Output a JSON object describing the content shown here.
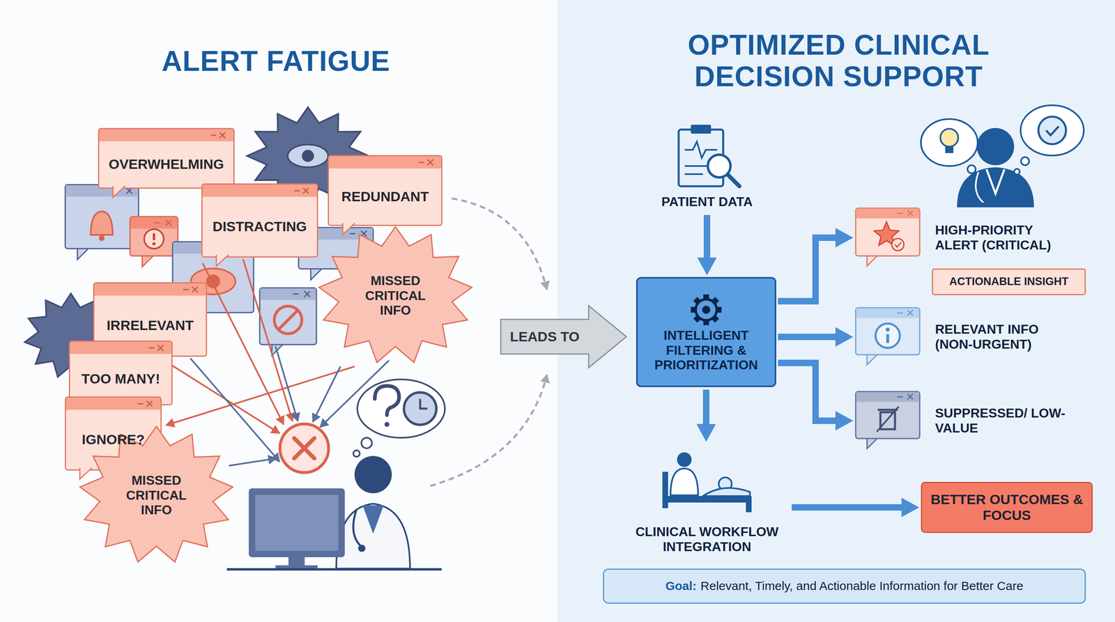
{
  "diagram": {
    "nodes": [
      {
        "text": [
          "ALERT FATIGUE"
        ]
      },
      {
        "text": [
          "OVERWHELMING"
        ],
        "in": 0
      },
      {
        "text": [
          "REDUNDANT"
        ],
        "in": 0
      },
      {
        "text": [
          "DISTRACTING"
        ],
        "in": 0
      },
      {
        "text": [
          "MISSED CRITICAL INFO"
        ],
        "in": 0
      },
      {
        "text": [
          "IRRELEVANT"
        ],
        "in": 0
      },
      {
        "text": [
          "TOO MANY!"
        ],
        "in": 0
      },
      {
        "text": [
          "IGNORE?"
        ],
        "in": 0
      },
      {
        "text": [
          "MISSED CRITICAL INFO"
        ],
        "in": 0
      },
      {
        "text": [
          "LEADS TO"
        ]
      },
      {
        "text": [
          "OPTIMIZED CLINICAL DECISION SUPPORT"
        ]
      },
      {
        "text": [
          "PATIENT DATA"
        ],
        "in": 10
      },
      {
        "text": [
          "INTELLIGENT FILTERING & PRIORITIZATION"
        ],
        "in": 10
      },
      {
        "text": [
          "HIGH-PRIORITY ALERT (CRITICAL)"
        ],
        "in": 10
      },
      {
        "text": [
          "ACTIONABLE INSIGHT"
        ],
        "in": 10
      },
      {
        "text": [
          "RELEVANT INFO (NON-URGENT)"
        ],
        "in": 10
      },
      {
        "text": [
          "SUPPRESSED/ LOW-VALUE"
        ],
        "in": 10
      },
      {
        "text": [
          "CLINICAL WORKFLOW INTEGRATION"
        ],
        "in": 10
      },
      {
        "text": [
          "BETTER OUTCOMES & FOCUS"
        ],
        "in": 10
      },
      {
        "text": [
          "Goal:",
          "Relevant, Timely, and Actionable Information for Better Care"
        ],
        "in": 10
      }
    ],
    "edges": [
      {
        "from": 11,
        "to": 12,
        "arrow": "to"
      },
      {
        "from": 12,
        "to": 13,
        "arrow": "to"
      },
      {
        "from": 12,
        "to": 15,
        "arrow": "to"
      },
      {
        "from": 12,
        "to": 16,
        "arrow": "to"
      },
      {
        "from": 12,
        "to": 17,
        "arrow": "to"
      },
      {
        "from": 17,
        "to": 18,
        "arrow": "to"
      }
    ]
  }
}
